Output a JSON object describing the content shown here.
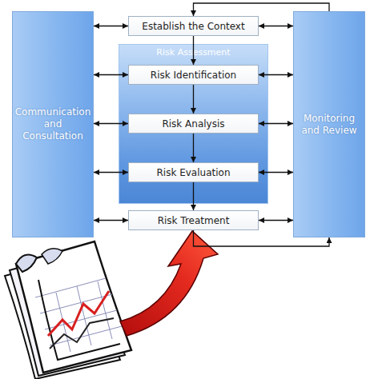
{
  "diagram": {
    "nodes": [
      {
        "text": [
          "Communication and Consultation"
        ]
      },
      {
        "text": [
          "Establish the Context"
        ]
      },
      {
        "text": [
          "Risk Assessment"
        ]
      },
      {
        "text": [
          "Risk Identification"
        ],
        "in": 2
      },
      {
        "text": [
          "Risk Analysis"
        ],
        "in": 2
      },
      {
        "text": [
          "Risk Evaluation"
        ],
        "in": 2
      },
      {
        "text": [
          "Risk Treatment"
        ]
      },
      {
        "text": [
          "Monitoring and Review"
        ]
      }
    ],
    "edges": [
      {
        "from": 1,
        "to": 3,
        "arrow": "to"
      },
      {
        "from": 3,
        "to": 4,
        "arrow": "to"
      },
      {
        "from": 4,
        "to": 5,
        "arrow": "to"
      },
      {
        "from": 5,
        "to": 6,
        "arrow": "to"
      },
      {
        "from": 0,
        "to": 1,
        "arrow": "both"
      },
      {
        "from": 0,
        "to": 3,
        "arrow": "both"
      },
      {
        "from": 0,
        "to": 4,
        "arrow": "both"
      },
      {
        "from": 0,
        "to": 5,
        "arrow": "both"
      },
      {
        "from": 0,
        "to": 6,
        "arrow": "both"
      },
      {
        "from": 1,
        "to": 7,
        "arrow": "both"
      },
      {
        "from": 3,
        "to": 7,
        "arrow": "both"
      },
      {
        "from": 4,
        "to": 7,
        "arrow": "both"
      },
      {
        "from": 5,
        "to": 7,
        "arrow": "both"
      },
      {
        "from": 6,
        "to": 7,
        "arrow": "both"
      },
      {
        "from": 7,
        "to": 1,
        "arrow": "to"
      },
      {
        "from": 6,
        "to": 7,
        "arrow": "to"
      }
    ]
  }
}
